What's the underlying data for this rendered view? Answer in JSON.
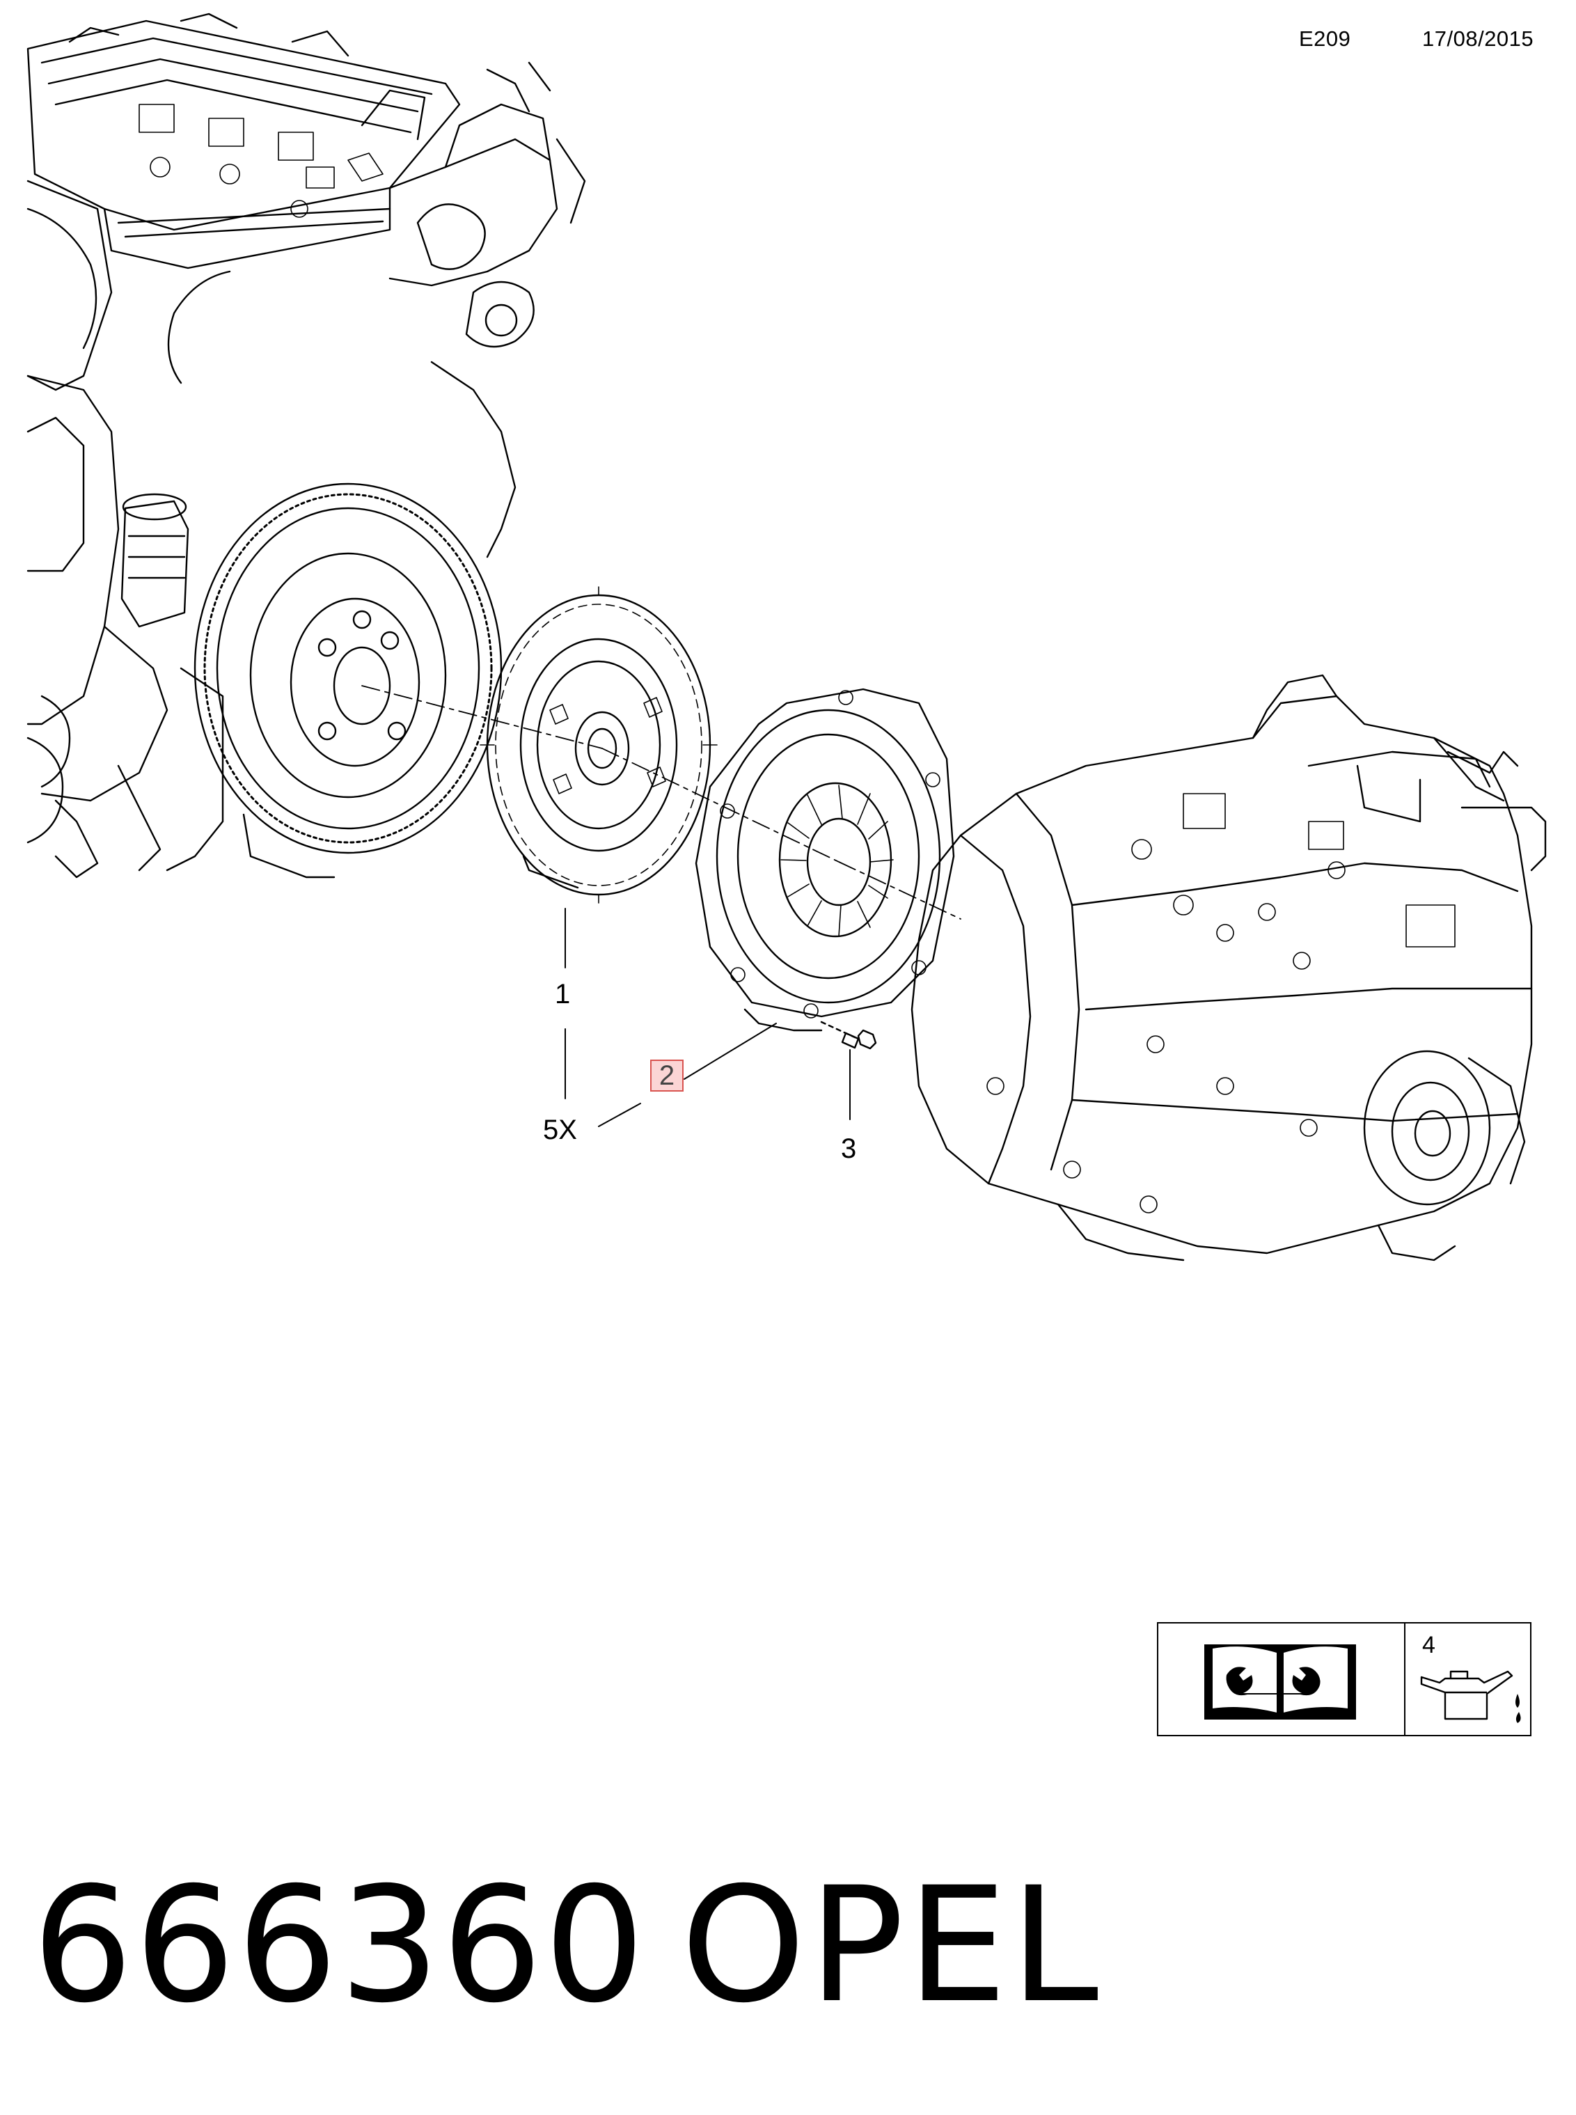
{
  "header": {
    "diagram_code": "E209",
    "date": "17/08/2015"
  },
  "callouts": [
    {
      "id": "1",
      "label": "1"
    },
    {
      "id": "2",
      "label": "2",
      "highlighted": true
    },
    {
      "id": "3",
      "label": "3"
    },
    {
      "id": "qty",
      "label": "5X"
    }
  ],
  "icons": {
    "manual": "repair-manual-icon",
    "oil_label": "4",
    "oil": "oil-can-icon"
  },
  "footer": {
    "part_number": "666360",
    "brand": "OPEL"
  },
  "colors": {
    "line": "#000000",
    "highlight_fill": "#fbd5d5",
    "highlight_border": "#d9534f"
  }
}
